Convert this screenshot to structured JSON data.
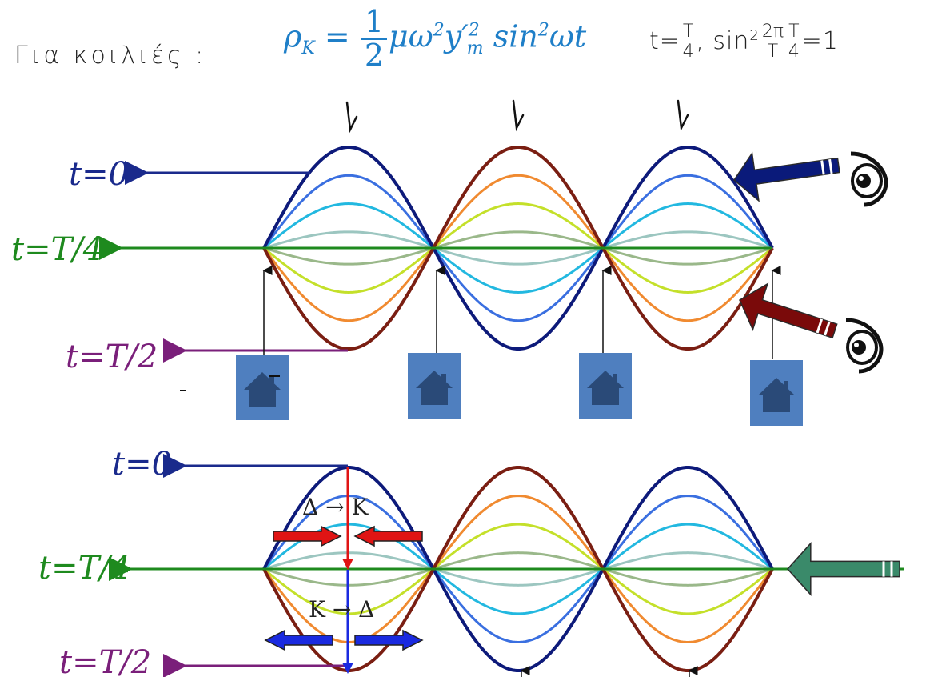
{
  "header": {
    "handwritten_prefix": "Για κοιλιές :",
    "formula_lhs": "ρ",
    "formula_lhs_sub": "K",
    "formula_eq": "=",
    "formula_num": "1",
    "formula_den": "2",
    "formula_rhs": "μω",
    "formula_rhs_sup": "2",
    "formula_y": "y′",
    "formula_y_sup": "2",
    "formula_y_sub": "m",
    "formula_tail": " sin",
    "formula_tail_sup": "2",
    "formula_tail_end": "ωt",
    "note_t": "t=",
    "note_t_num": "T",
    "note_t_den": "4",
    "note_sin": ", sin",
    "note_sin_sup": "2",
    "note_frac1_num": "2π",
    "note_frac1_den": "T",
    "note_frac2_num": "T",
    "note_frac2_den": "4",
    "note_end": "=1"
  },
  "top_panel": {
    "label_t0": "t=0",
    "label_tT4": "t=T/4",
    "label_tT2": "t=T/2"
  },
  "bottom_panel": {
    "label_t0": "t=0",
    "label_tT4": "t=T/4",
    "label_tT2": "t=T/2",
    "energy_top": "Δ → K",
    "energy_bottom": "K → Δ"
  },
  "colors": {
    "formula": "#1f7fc8",
    "t0": "#1a2a8c",
    "tT4": "#1e8a1e",
    "tT2": "#7a1f7a",
    "curves_positive_first": [
      "#0d1a7a",
      "#3a6fe0",
      "#22b8e0",
      "#9cc6c0"
    ],
    "curves_negative_first": [
      "#9ab88a",
      "#c4e02a",
      "#f08a30",
      "#7a1e12"
    ],
    "house_bg": "#4f7fbf",
    "house_fg": "#2a4a78",
    "arrow_navy": "#0a1a7a",
    "arrow_maroon": "#7a0a0a",
    "arrow_teal": "#3a8a6a",
    "arrow_red": "#e01414",
    "arrow_blue": "#1a2ae0"
  },
  "icons": [
    "eye-icon",
    "house-icon",
    "arrow-icon"
  ]
}
